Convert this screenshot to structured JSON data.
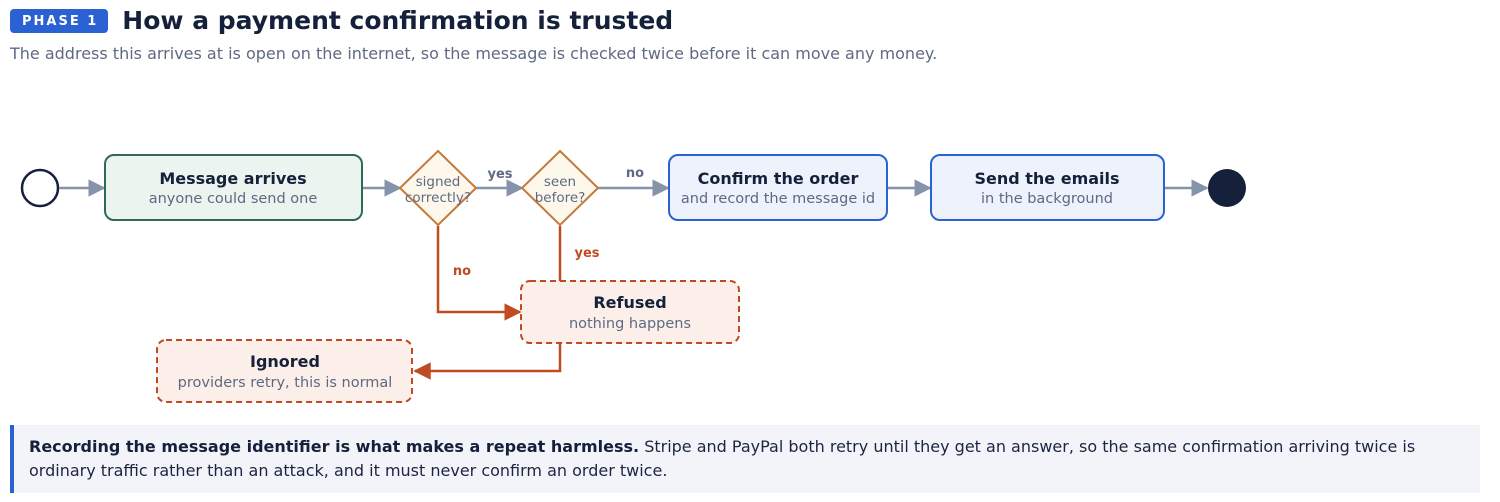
{
  "header": {
    "badge": "PHASE 1",
    "title": "How a payment confirmation is trusted",
    "subtitle": "The address this arrives at is open on the internet, so the message is checked twice before it can move any money."
  },
  "flow": {
    "message_arrives": {
      "title": "Message arrives",
      "sub": "anyone could send one"
    },
    "decision_signed": {
      "line1": "signed",
      "line2": "correctly?"
    },
    "decision_seen": {
      "line1": "seen",
      "line2": "before?"
    },
    "confirm_order": {
      "title": "Confirm the order",
      "sub": "and record the message id"
    },
    "send_emails": {
      "title": "Send the emails",
      "sub": "in the background"
    },
    "refused": {
      "title": "Refused",
      "sub": "nothing happens"
    },
    "ignored": {
      "title": "Ignored",
      "sub": "providers retry, this is normal"
    },
    "labels": {
      "signed_yes": "yes",
      "seen_no": "no",
      "signed_no": "no",
      "seen_yes": "yes"
    }
  },
  "note": {
    "bold": "Recording the message identifier is what makes a repeat harmless.",
    "text": " Stripe and PayPal both retry until they get an answer, so the same confirmation arriving twice is ordinary traffic rather than an attack, and it must never confirm an order twice."
  },
  "colors": {
    "accent": "#2a62d3",
    "green_border": "#2e6b52",
    "green_fill": "#ecf4ef",
    "decision_border": "#c47a3a",
    "decision_fill": "#fdf7ec",
    "danger": "#c04a22",
    "danger_fill": "#fcefe9",
    "blue_fill": "#edf2fc",
    "arrow_grey": "#8593ab",
    "end_fill": "#15203b"
  }
}
